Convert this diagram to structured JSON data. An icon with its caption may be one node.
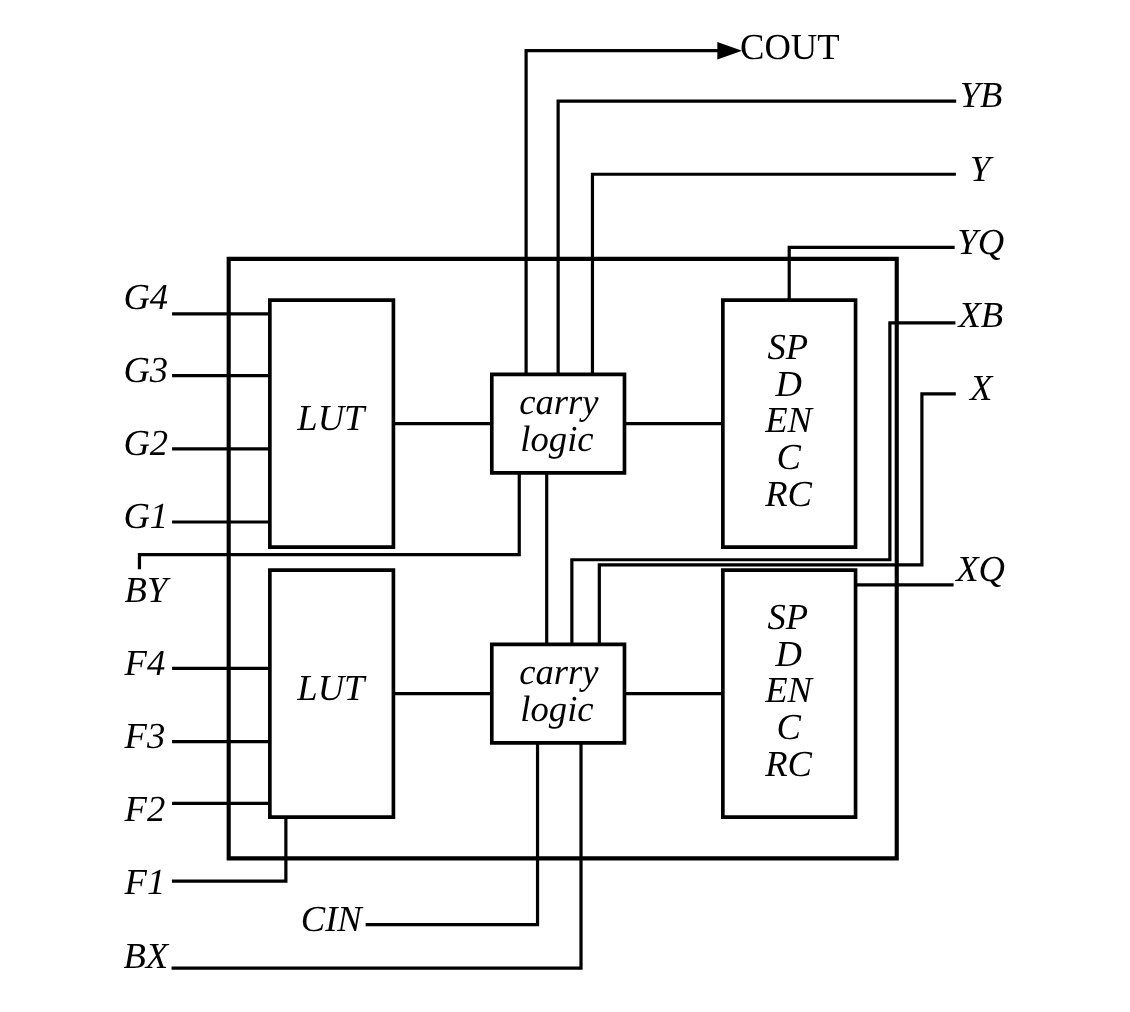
{
  "diagram": {
    "nodes": [
      {
        "text": [
          "COUT"
        ]
      },
      {
        "text": [],
        "shape": "box"
      },
      {
        "text": [
          "YB"
        ]
      },
      {
        "text": [
          "G4"
        ]
      },
      {
        "text": [
          "G3"
        ]
      },
      {
        "text": [
          "G2"
        ]
      },
      {
        "text": [
          "G1"
        ]
      },
      {
        "text": [
          "LUT"
        ],
        "in": 1
      },
      {
        "text": [
          "carry logic"
        ],
        "in": 1
      },
      {
        "text": [
          "Y"
        ]
      },
      {
        "text": [
          "SP",
          "D",
          "EN",
          "C",
          "RC"
        ],
        "in": 1
      },
      {
        "text": [
          "YQ"
        ]
      },
      {
        "text": [
          "BY"
        ]
      },
      {
        "text": [
          "XB"
        ]
      },
      {
        "text": [
          "F4"
        ]
      },
      {
        "text": [
          "F3"
        ]
      },
      {
        "text": [
          "F2"
        ]
      },
      {
        "text": [
          "F1"
        ]
      },
      {
        "text": [
          "LUT"
        ],
        "in": 1
      },
      {
        "text": [
          "carry logic"
        ],
        "in": 1
      },
      {
        "text": [
          "X"
        ]
      },
      {
        "text": [
          "SP",
          "D",
          "EN",
          "C",
          "RC"
        ],
        "in": 1
      },
      {
        "text": [
          "XQ"
        ]
      },
      {
        "text": [
          "BX"
        ]
      },
      {
        "text": [
          "CIN"
        ]
      }
    ],
    "edges": [
      {
        "from": 3,
        "to": 7,
        "arrow": "none"
      },
      {
        "from": 4,
        "to": 7,
        "arrow": "none"
      },
      {
        "from": 5,
        "to": 7,
        "arrow": "none"
      },
      {
        "from": 6,
        "to": 7,
        "arrow": "none"
      },
      {
        "from": 7,
        "to": 8,
        "arrow": "none"
      },
      {
        "from": 12,
        "to": 8,
        "arrow": "none"
      },
      {
        "from": 8,
        "to": 0,
        "arrow": "to"
      },
      {
        "from": 8,
        "to": 2,
        "arrow": "none"
      },
      {
        "from": 8,
        "to": 9,
        "arrow": "none"
      },
      {
        "from": 8,
        "to": 10,
        "arrow": "none"
      },
      {
        "from": 10,
        "to": 11,
        "arrow": "none"
      },
      {
        "from": 19,
        "to": 8,
        "arrow": "none"
      },
      {
        "from": 19,
        "to": 13,
        "arrow": "none"
      },
      {
        "from": 14,
        "to": 18,
        "arrow": "none"
      },
      {
        "from": 15,
        "to": 18,
        "arrow": "none"
      },
      {
        "from": 16,
        "to": 18,
        "arrow": "none"
      },
      {
        "from": 17,
        "to": 18,
        "arrow": "none"
      },
      {
        "from": 18,
        "to": 19,
        "arrow": "none"
      },
      {
        "from": 23,
        "to": 19,
        "arrow": "none"
      },
      {
        "from": 19,
        "to": 20,
        "arrow": "none"
      },
      {
        "from": 19,
        "to": 21,
        "arrow": "none"
      },
      {
        "from": 21,
        "to": 22,
        "arrow": "none"
      },
      {
        "from": 24,
        "to": 19,
        "arrow": "none"
      }
    ]
  }
}
